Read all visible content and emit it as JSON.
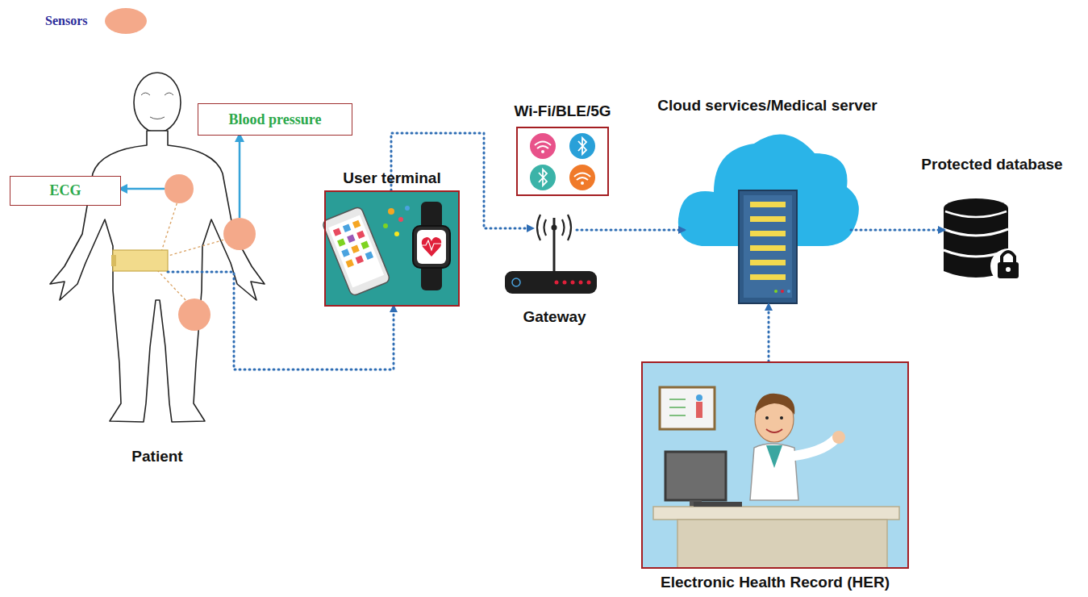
{
  "diagram": {
    "nodes": [
      {
        "text": [
          "Patient"
        ]
      },
      {
        "text": [
          "ECG"
        ]
      },
      {
        "text": [
          "Blood pressure"
        ]
      },
      {
        "text": [
          "User terminal"
        ]
      },
      {
        "text": [
          "Wi-Fi/BLE/5G"
        ]
      },
      {
        "text": [
          "Gateway"
        ]
      },
      {
        "text": [
          "Cloud services/Medical server"
        ]
      },
      {
        "text": [
          "Protected database"
        ]
      },
      {
        "text": [
          "Electronic Health Record (HER)"
        ]
      }
    ],
    "edges": [
      {
        "from": 0,
        "to": 1,
        "arrow": "to"
      },
      {
        "from": 0,
        "to": 2,
        "arrow": "to"
      },
      {
        "from": 0,
        "to": 3,
        "arrow": "to"
      },
      {
        "from": 3,
        "to": 5,
        "arrow": "to"
      },
      {
        "from": 5,
        "to": 6,
        "arrow": "to"
      },
      {
        "from": 6,
        "to": 7,
        "arrow": "to"
      },
      {
        "from": 8,
        "to": 6,
        "arrow": "to"
      }
    ],
    "legend": [
      {
        "text": "Sensors",
        "color": "#f4a98a"
      }
    ]
  }
}
